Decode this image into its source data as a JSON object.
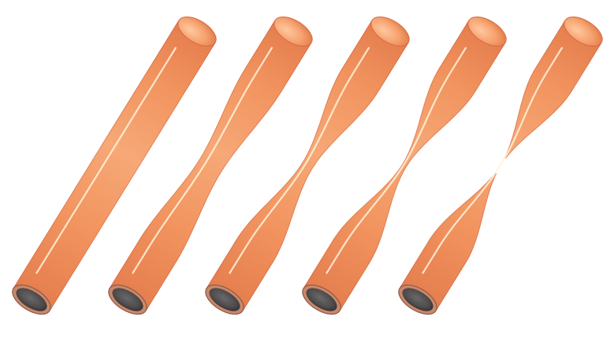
{
  "figure": {
    "subject": "tube-necking-sequence",
    "stages": [
      {
        "id": "stage-1",
        "state": "uniform",
        "neck_ratio": 1.0
      },
      {
        "id": "stage-2",
        "state": "slight-neck",
        "neck_ratio": 0.58
      },
      {
        "id": "stage-3",
        "state": "moderate-neck",
        "neck_ratio": 0.26
      },
      {
        "id": "stage-4",
        "state": "severe-neck",
        "neck_ratio": 0.1
      },
      {
        "id": "stage-5",
        "state": "ruptured",
        "neck_ratio": 0.0
      }
    ],
    "colors": {
      "tube_light": "#f9b98a",
      "tube_mid": "#f2945f",
      "tube_dark": "#d96a3f",
      "highlight": "#fff3dc",
      "rim": "#c9876a",
      "bore": "#4d4a4b",
      "background": "#ffffff"
    }
  }
}
